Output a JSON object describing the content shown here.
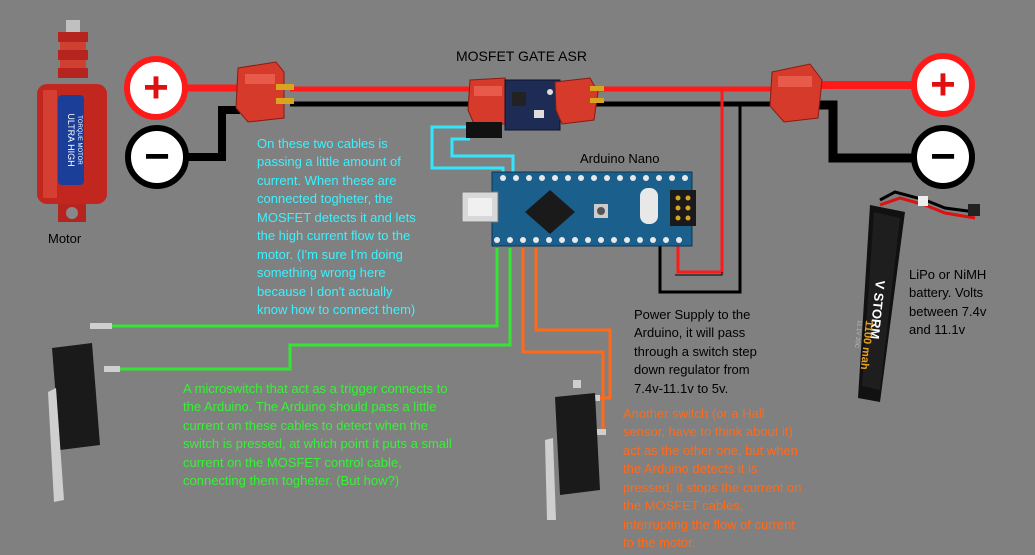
{
  "labels": {
    "mosfet": "MOSFET GATE ASR",
    "arduino": "Arduino Nano",
    "motor": "Motor",
    "plus": "+",
    "minus": "−",
    "motor_brand_top": "ULTRA HIGH",
    "motor_brand_bottom": "TORQUE MOTOR",
    "battery_brand": "V STORM",
    "battery_capacity": "1100 mah",
    "battery_voltage": "11.1V 20C"
  },
  "notes": {
    "cyan": "On these two cables is\npassing a little amount of\ncurrent. When these are\nconnected togheter, the\nMOSFET detects it and lets\nthe high current flow to the\nmotor. (I'm sure I'm doing\nsomething wrong here\nbecause I don't actually\nknow how to connect them)",
    "power": "Power Supply to the\nArduino, it will pass\nthrough a switch step\ndown regulator from\n7.4v-11.1v to 5v.",
    "battery": "LiPo or NiMH\nbattery. Volts\nbetween 7.4v\nand 11.1v",
    "green": "A microswitch that act as a trigger connects to\nthe Arduino. The Arduino should pass a little\ncurrent on these cables to detect when the\nswitch is pressed, at which point it puts a small\ncurrent on the MOSFET control cable,\nconnecting them togheter. (But how?)",
    "orange": "Another switch (or a Hall\nsensor, have to think about it)\nact as the other one, but when\nthe Arduino detects it is\npressed, it stops the current on\nthe MOSFET cables,\ninterrupting the flow of current\nto the motor."
  },
  "colors": {
    "background": "#808080",
    "positive_wire": "#ff1a1a",
    "negative_wire": "#000000",
    "control_wire": "#33e6ff",
    "trigger_wire": "#33e633",
    "hall_wire": "#ff6a1a",
    "arduino_board": "#1b5f8c"
  }
}
